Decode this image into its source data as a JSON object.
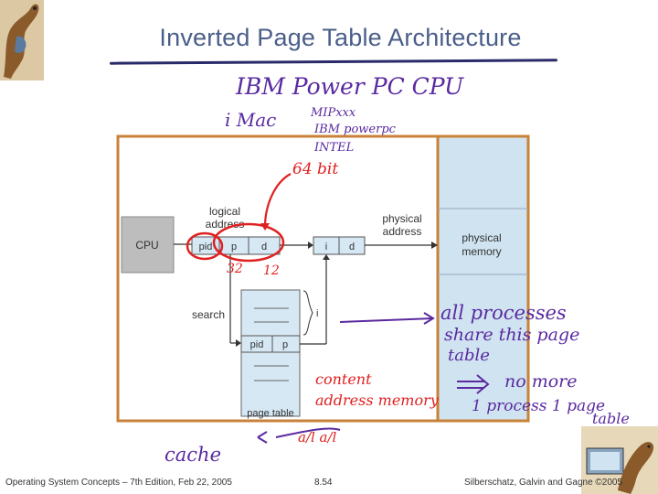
{
  "slide": {
    "title": "Inverted Page Table Architecture",
    "footer_left": "Operating System Concepts – 7th Edition, Feb 22, 2005",
    "footer_center": "8.54",
    "footer_right": "Silberschatz, Galvin and Gagne ©2005"
  },
  "diagram": {
    "cpu_label": "CPU",
    "logical_address_label": [
      "logical",
      "address"
    ],
    "physical_address_label": [
      "physical",
      "address"
    ],
    "physical_memory_label": [
      "physical",
      "memory"
    ],
    "logical_fields": [
      "pid",
      "p",
      "d"
    ],
    "physical_fields": [
      "i",
      "d"
    ],
    "search_label": "search",
    "table_entry_fields": [
      "pid",
      "p"
    ],
    "page_table_label": "page table",
    "index_label": "i"
  },
  "annotations": {
    "line1": "IBM Power PC CPU",
    "line2_left": "i Mac",
    "line2_right": "MIPxxx",
    "line3": "IBM powerpc",
    "line4": "INTEL",
    "bits": "64 bit",
    "pid_bits": "32",
    "p_bits": "12",
    "share_note": [
      "all processes",
      "share this page",
      "table"
    ],
    "no_more_note": [
      "no more",
      "1 process 1 page",
      "table"
    ],
    "content_note": [
      "content",
      "address memory"
    ],
    "cache_note": "cache",
    "scribble": "a/l a/l"
  },
  "colors": {
    "title": "#4a5e8a",
    "border": "#c8823a",
    "memory": "#cfe3f0",
    "handwriting": "#5a2aa0",
    "highlight": "#e02020"
  }
}
